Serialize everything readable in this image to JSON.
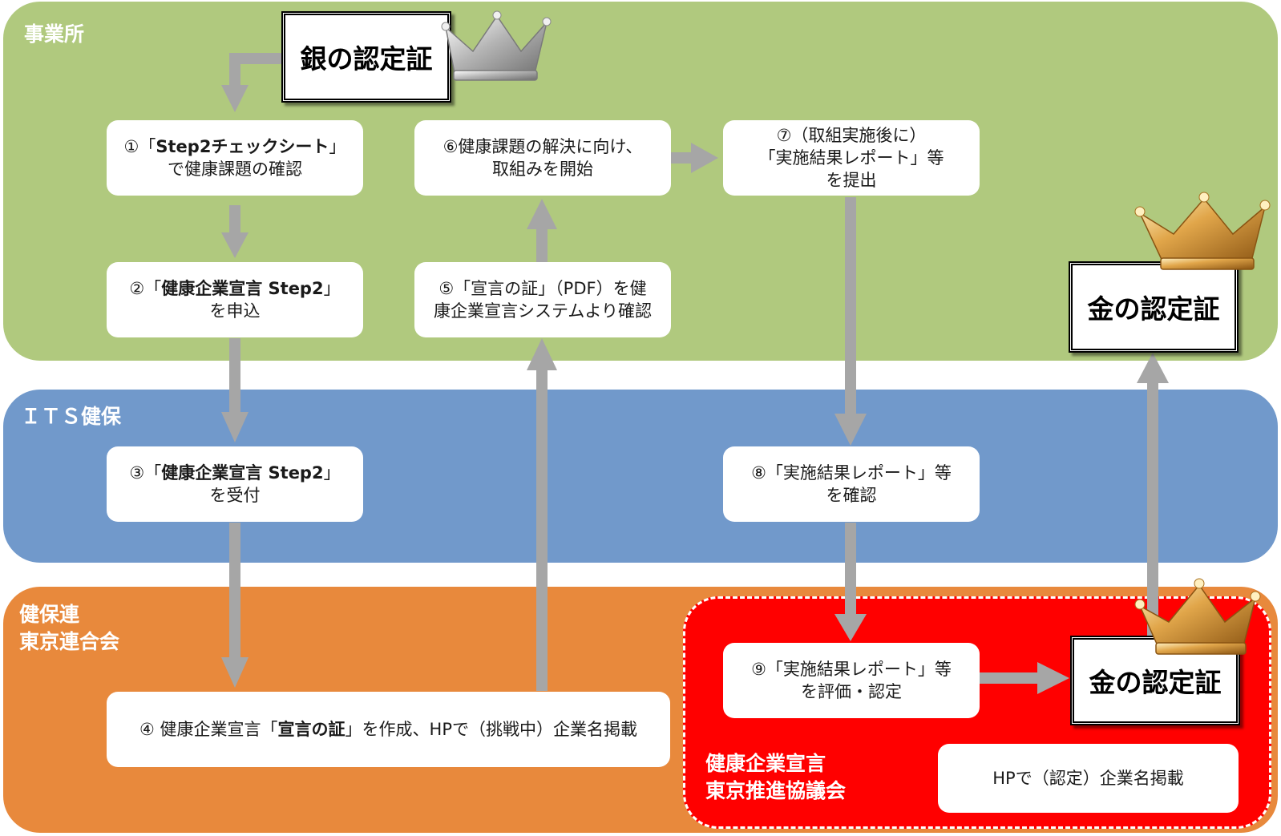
{
  "bands": {
    "jigyosho": "事業所",
    "its": "ＩＴＳ健保",
    "kenporen": "健保連\n東京連合会",
    "kyogikai": "健康企業宣言\n東京推進協議会"
  },
  "certs": {
    "silver": "銀の認定証",
    "gold_top": "金の認定証",
    "gold_bottom": "金の認定証"
  },
  "steps": {
    "s1": {
      "pre": "①「",
      "bold": "Step2チェックシート",
      "post": "」",
      "line2": "で健康課題の確認"
    },
    "s2": {
      "pre": "②「",
      "bold": "健康企業宣言 Step2",
      "post": "」",
      "line2": "を申込"
    },
    "s3": {
      "pre": "③「",
      "bold": "健康企業宣言 Step2",
      "post": "」",
      "line2": "を受付"
    },
    "s4": {
      "pre": "④ 健康企業宣言「",
      "bold": "宣言の証",
      "post": "」を作成、HPで（挑戦中）企業名掲載"
    },
    "s5": {
      "line1": "⑤「宣言の証」（PDF）を健",
      "line2": "康企業宣言システムより確認"
    },
    "s6": {
      "line1": "⑥健康課題の解決に向け、",
      "line2": "取組みを開始"
    },
    "s7": {
      "line1": "⑦（取組実施後に）",
      "line2": "「実施結果レポート」等",
      "line3": "を提出"
    },
    "s8": {
      "line1": "⑧「実施結果レポート」等",
      "line2": "を確認"
    },
    "s9": {
      "line1": "⑨「実施結果レポート」等",
      "line2": "を評価・認定"
    },
    "hp": "HPで（認定）企業名掲載"
  },
  "colors": {
    "green": "#b0c97e",
    "blue": "#7199cb",
    "orange": "#e8893c",
    "red": "#ff0000",
    "arrow": "#a6a6a6"
  }
}
